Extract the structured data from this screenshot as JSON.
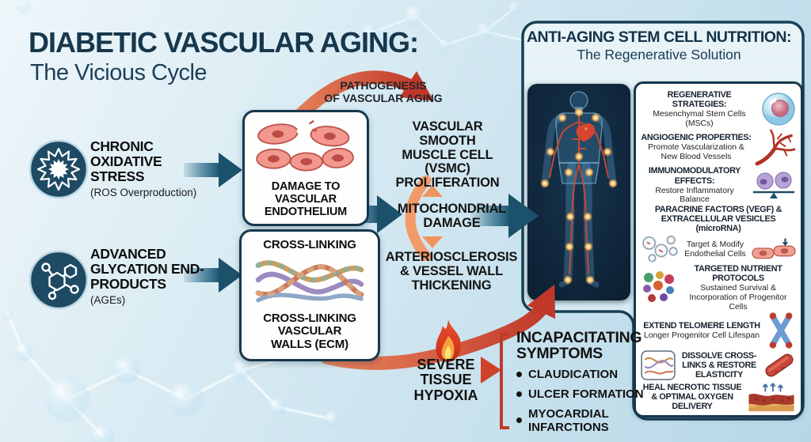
{
  "title": {
    "main": "DIABETIC VASCULAR AGING:",
    "sub": "The Vicious Cycle"
  },
  "causes": [
    {
      "icon": "oxidative-stress-icon",
      "label": "CHRONIC OXIDATIVE STRESS",
      "detail": "(ROS Overproduction)"
    },
    {
      "icon": "ages-molecule-icon",
      "label": "ADVANCED GLYCATION END-PRODUCTS",
      "detail": "(AGEs)"
    }
  ],
  "boxes": {
    "endothelium_label": "DAMAGE TO VASCULAR ENDOTHELIUM",
    "crosslink_title": "CROSS-LINKING",
    "crosslink_label": "CROSS-LINKING VASCULAR WALLS (ECM)"
  },
  "cycle": {
    "arc_label_1": "PATHOGENESIS",
    "arc_label_2": "OF VASCULAR AGING",
    "vsmc": "VASCULAR SMOOTH MUSCLE CELL (VSMC) PROLIFERATION",
    "mitochondrial": "MITOCHONDRIAL DAMAGE",
    "arteriosclerosis": "ARTERIOSCLEROSIS & VESSEL WALL THICKENING"
  },
  "hypoxia": {
    "label": "SEVERE TISSUE HYPOXIA"
  },
  "symptoms": {
    "heading": "INCAPACITATING SYMPTOMS",
    "items": [
      "CLAUDICATION",
      "ULCER FORMATION",
      "MYOCARDIAL INFARCTIONS"
    ]
  },
  "solution": {
    "title": "ANTI-AGING STEM CELL NUTRITION:",
    "subtitle": "The Regenerative Solution",
    "items": [
      {
        "icon": "stem-cell-icon",
        "heading": "REGENERATIVE STRATEGIES:",
        "detail": "Mesenchymal Stem Cells (MSCs)"
      },
      {
        "icon": "blood-vessel-icon",
        "heading": "ANGIOGENIC PROPERTIES:",
        "detail": "Promote Vascularization & New Blood Vessels"
      },
      {
        "icon": "immune-balance-icon",
        "heading": "IMMUNOMODULATORY EFFECTS:",
        "detail": "Restore Inflammatory Balance"
      },
      {
        "icon": "vesicles-icon",
        "icon_right": "endothelial-cells-icon",
        "heading": "PARACRINE FACTORS (VEGF) & EXTRACELLULAR VESICLES (microRNA)",
        "detail": "Target & Modify Endothelial Cells"
      },
      {
        "icon": "nutrient-dots-icon",
        "heading": "TARGETED NUTRIENT PROTOCOLS",
        "detail": "Sustained Survival & Incorporation of Progenitor Cells"
      },
      {
        "icon": "chromosome-icon",
        "heading": "EXTEND TELOMERE LENGTH",
        "detail": "Longer Progenitor Cell Lifespan"
      },
      {
        "icon": "crosslink-fibers-icon",
        "icon_right": "vessel-capsule-icon",
        "heading": "DISSOLVE CROSS-LINKS & RESTORE ELASTICITY",
        "detail": ""
      },
      {
        "icon": "tissue-healing-icon",
        "heading": "HEAL NECROTIC TISSUE & OPTIMAL OXYGEN DELIVERY",
        "detail": ""
      }
    ]
  },
  "colors": {
    "navy": "#17374d",
    "teal_dark": "#215a76",
    "red": "#c0382a",
    "orange": "#f0945e",
    "panel_bg": "#ddeef4",
    "background": "#cfe4ee"
  }
}
